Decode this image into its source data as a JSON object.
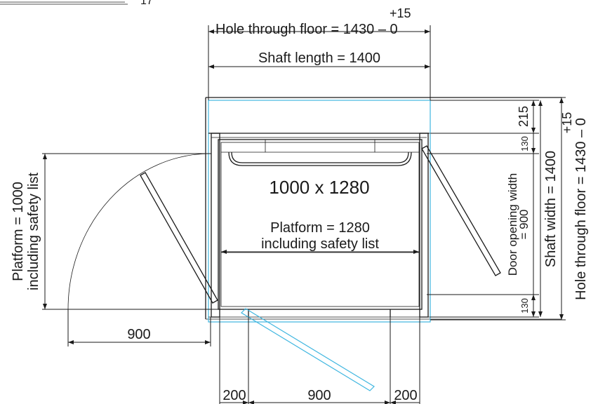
{
  "colors": {
    "line": "#1a1a1a",
    "accent": "#3fb6e0",
    "background": "#ffffff"
  },
  "labels": {
    "tolerance_plus": "+15",
    "hole_floor_top": "Hole through floor = 1430 – 0",
    "shaft_length": "Shaft length = 1400",
    "platform_size": "1000 x 1280",
    "platform_length_1": "Platform = 1280",
    "platform_length_2": "including safety list",
    "platform_width_1": "Platform = 1000",
    "platform_width_2": "including safety list",
    "left_door_900": "900",
    "bottom_200_left": "200",
    "bottom_900": "900",
    "bottom_200_right": "200",
    "dim_215": "215",
    "dim_130_top": "130",
    "dim_130_bottom": "130",
    "door_opening_1": "Door opening width",
    "door_opening_2": "= 900",
    "shaft_width": "Shaft width = 1400",
    "hole_floor_right_plus": "+15",
    "hole_floor_right": "Hole through floor = 1430 – 0",
    "corner_fragment": "17"
  }
}
